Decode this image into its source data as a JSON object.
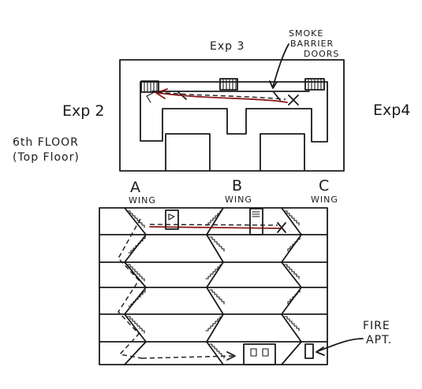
{
  "labels": {
    "exp3": "Exp 3",
    "exp2": "Exp 2",
    "exp4": "Exp4",
    "floor_line1": "6th FLOOR",
    "floor_line2": "(Top Floor)",
    "smoke_doors_line1": "SMOKE",
    "smoke_doors_line2": "BARRIER",
    "smoke_doors_line3": "DOORS",
    "wing_a_letter": "A",
    "wing_b_letter": "B",
    "wing_c_letter": "C",
    "wing_word": "WING",
    "fire_apt_line1": "FIRE",
    "fire_apt_line2": "APT.",
    "fire_marker": "X"
  },
  "colors": {
    "ink": "#1a1a1a",
    "route": "#8b1a1a"
  }
}
